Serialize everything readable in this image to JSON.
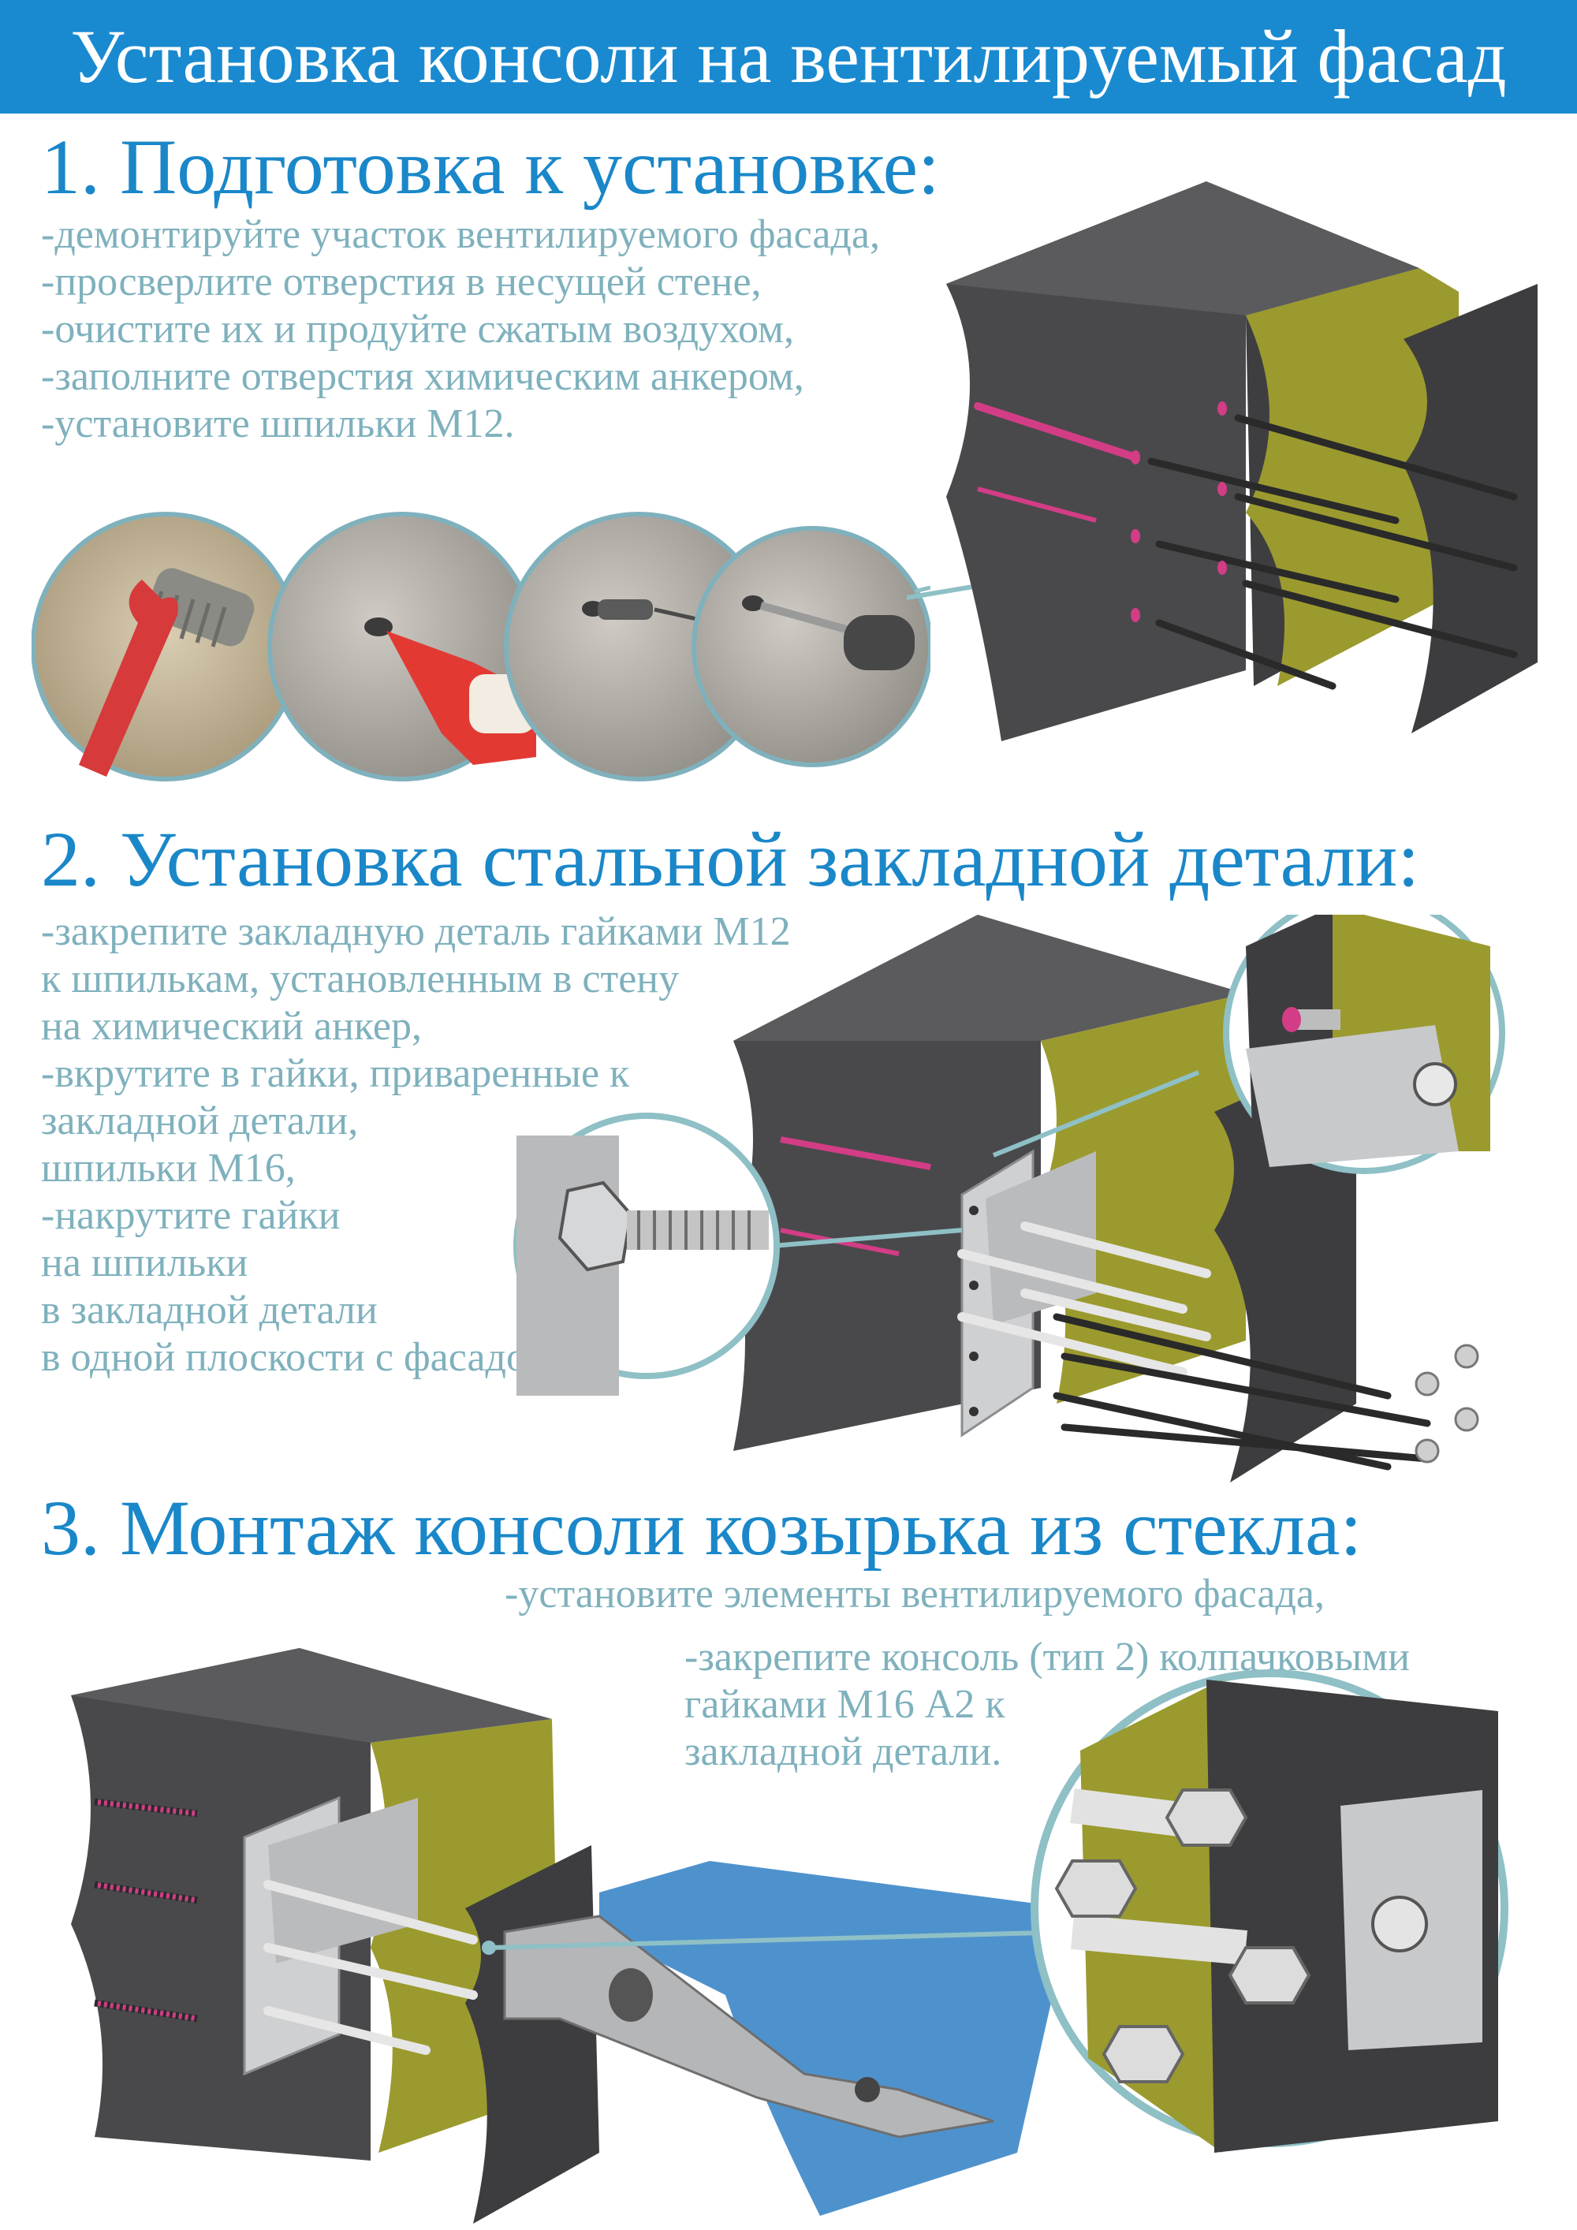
{
  "title": "Установка консоли на вентилируемый фасад",
  "sections": [
    {
      "heading": "1. Подготовка к установке:",
      "steps": [
        "-демонтируйте участок вентилируемого фасада,",
        "-просверлите отверстия в несущей стене,",
        "-очистите их и продуйте сжатым воздухом,",
        "-заполните отверстия химическим анкером,",
        "-установите шпильки М12."
      ]
    },
    {
      "heading": "2. Установка стальной закладной детали:",
      "steps": [
        "-закрепите закладную деталь гайками М12",
        "к шпилькам, установленным в стену",
        "на химический анкер,",
        "-вкрутите в гайки, приваренные к",
        "закладной детали,",
        "шпильки М16,",
        "-накрутите гайки",
        "на шпильки",
        "в закладной детали",
        "в одной плоскости с фасадом."
      ]
    },
    {
      "heading": "3. Монтаж консоли козырька из стекла:",
      "steps": [
        "-установите элементы вентилируемого фасада,",
        "-закрепите консоль (тип 2) колпачковыми",
        "гайками М16 А2 к",
        "закладной детали."
      ]
    }
  ],
  "colors": {
    "banner": "#1a8ad0",
    "heading": "#1a87c9",
    "body_text": "#7fb1bd",
    "wall": "#4a4a4c",
    "insulation": "#9b9a2e",
    "glass": "#2f7fc4",
    "rod_pink": "#d23d86"
  }
}
